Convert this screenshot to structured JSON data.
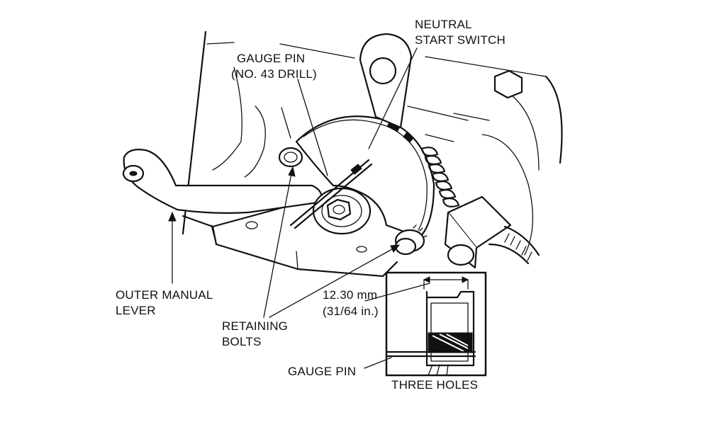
{
  "labels": {
    "neutral_start_switch_line1": "NEUTRAL",
    "neutral_start_switch_line2": "START SWITCH",
    "gauge_pin_top_line1": "GAUGE PIN",
    "gauge_pin_top_line2": "(NO. 43 DRILL)",
    "outer_manual_lever_line1": "OUTER MANUAL",
    "outer_manual_lever_line2": "LEVER",
    "retaining_bolts_line1": "RETAINING",
    "retaining_bolts_line2": "BOLTS",
    "dimension_line1": "12.30 mm",
    "dimension_line2": "(31/64 in.)",
    "gauge_pin_bottom": "GAUGE PIN",
    "three_holes": "THREE HOLES"
  }
}
